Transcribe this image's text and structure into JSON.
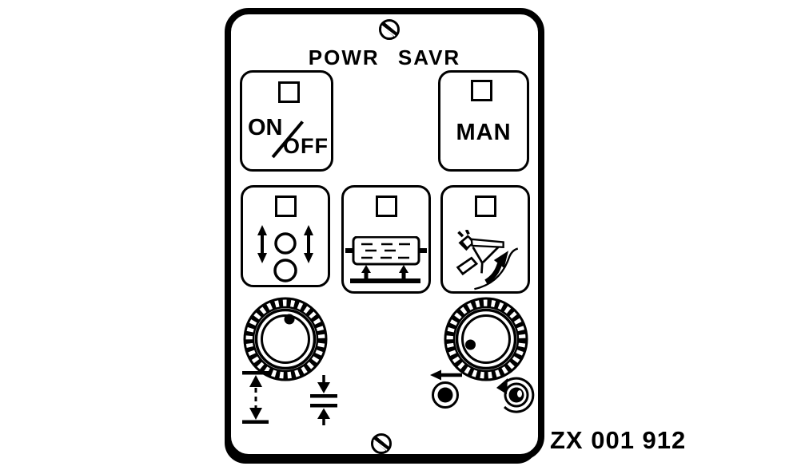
{
  "drawing": {
    "title": "POWR SAVR",
    "figure_id": "ZX 001 912",
    "colors": {
      "line": "#000000",
      "background": "#ffffff"
    }
  },
  "buttons": {
    "on_off": {
      "on": "ON",
      "separator": "/",
      "off": "OFF"
    },
    "man": {
      "label": "MAN"
    },
    "roller_gap": {
      "icon": "rollers-updown-arrows-icon"
    },
    "table_raise": {
      "icon": "roller-platform-raise-icon"
    },
    "tilt": {
      "icon": "machine-tilt-arrow-icon"
    }
  },
  "knobs": {
    "left": {
      "name": "gap-adjust-knob",
      "below_icons": [
        "max-gap-icon",
        "min-gap-icon"
      ]
    },
    "right": {
      "name": "rotation-knob",
      "below_icons": [
        "roller-stop-arrow-icon",
        "roller-rotate-arrow-icon"
      ]
    }
  },
  "screws": {
    "top": "slotted-screw",
    "bottom": "slotted-screw"
  }
}
